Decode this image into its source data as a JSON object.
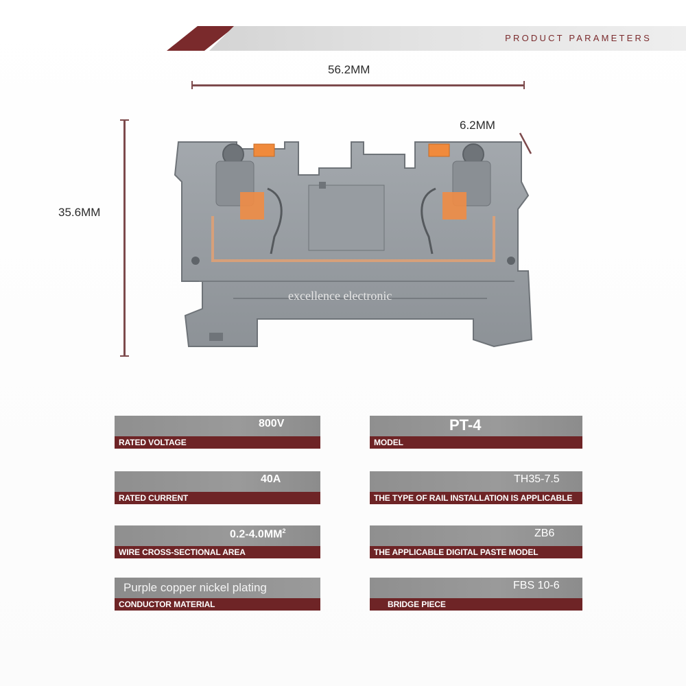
{
  "header": {
    "title": "PRODUCT PARAMETERS"
  },
  "dimensions": {
    "width": "56.2MM",
    "height": "35.6MM",
    "depth": "6.2MM"
  },
  "watermark": "excellence electronic",
  "colors": {
    "accent": "#7a2a2c",
    "card_gray": "#959595",
    "terminal_gray": "#9aa0a6",
    "spring_orange": "#f08a3c"
  },
  "specs": {
    "rated_voltage": {
      "value": "800V",
      "label": "RATED VOLTAGE"
    },
    "model": {
      "value": "PT-4",
      "label": "MODEL"
    },
    "rated_current": {
      "value": "40A",
      "label": "RATED CURRENT"
    },
    "rail_type": {
      "value": "TH35-7.5",
      "label": "THE TYPE OF RAIL INSTALLATION IS APPLICABLE"
    },
    "wire_area": {
      "value": "0.2-4.0MM",
      "superscript": "2",
      "label": "WIRE CROSS-SECTIONAL AREA"
    },
    "paste_model": {
      "value": "ZB6",
      "label": "THE APPLICABLE DIGITAL PASTE MODEL"
    },
    "conductor": {
      "value": "Purple copper nickel plating",
      "label": "CONDUCTOR MATERIAL"
    },
    "bridge": {
      "value": "FBS 10-6",
      "label": "BRIDGE PIECE"
    }
  }
}
